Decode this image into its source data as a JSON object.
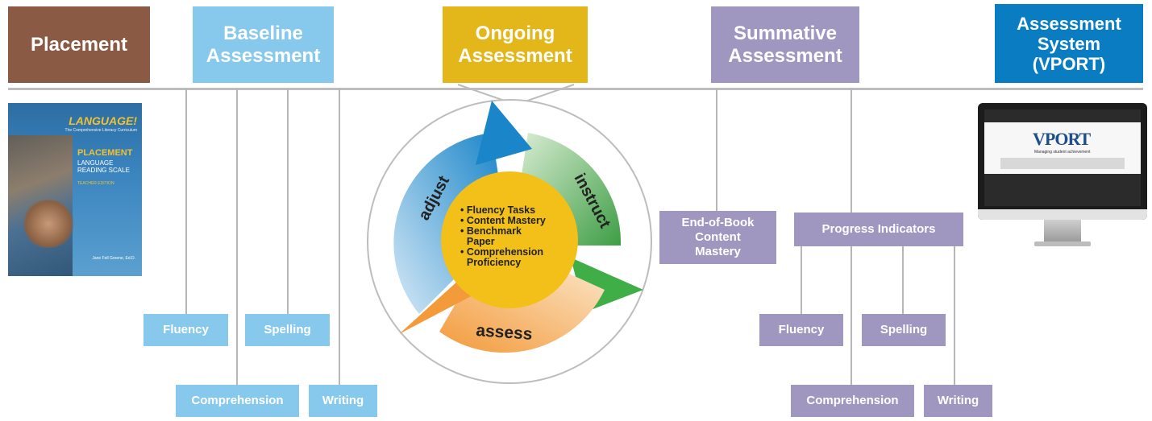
{
  "headers": {
    "placement": "Placement",
    "baseline": "Baseline\nAssessment",
    "ongoing": "Ongoing\nAssessment",
    "summative": "Summative\nAssessment",
    "system": "Assessment\nSystem\n(VPORT)"
  },
  "book": {
    "brand": "LANGUAGE!",
    "tagline": "The Comprehensive Literacy Curriculum",
    "title": "PLACEMENT",
    "subtitle": "LANGUAGE\nREADING SCALE",
    "edition": "TEACHER EDITION",
    "author": "Jane Fell Greene, Ed.D."
  },
  "baseline_items": {
    "fluency": "Fluency",
    "spelling": "Spelling",
    "comprehension": "Comprehension",
    "writing": "Writing"
  },
  "cycle": {
    "adjust": "adjust",
    "instruct": "instruct",
    "assess": "assess",
    "bullets": [
      "Fluency Tasks",
      "Content Mastery",
      "Benchmark Paper",
      "Comprehension Proficiency"
    ]
  },
  "summative_items": {
    "end_of_book": "End-of-Book\nContent\nMastery",
    "progress": "Progress Indicators",
    "fluency": "Fluency",
    "spelling": "Spelling",
    "comprehension": "Comprehension",
    "writing": "Writing"
  },
  "monitor": {
    "logo": "VPORT",
    "tagline": "Managing student achievement"
  },
  "colors": {
    "placement": "#8b5a45",
    "baseline": "#87c9ec",
    "ongoing": "#e3b619",
    "summative": "#a097c1",
    "system": "#0a7dc2"
  }
}
